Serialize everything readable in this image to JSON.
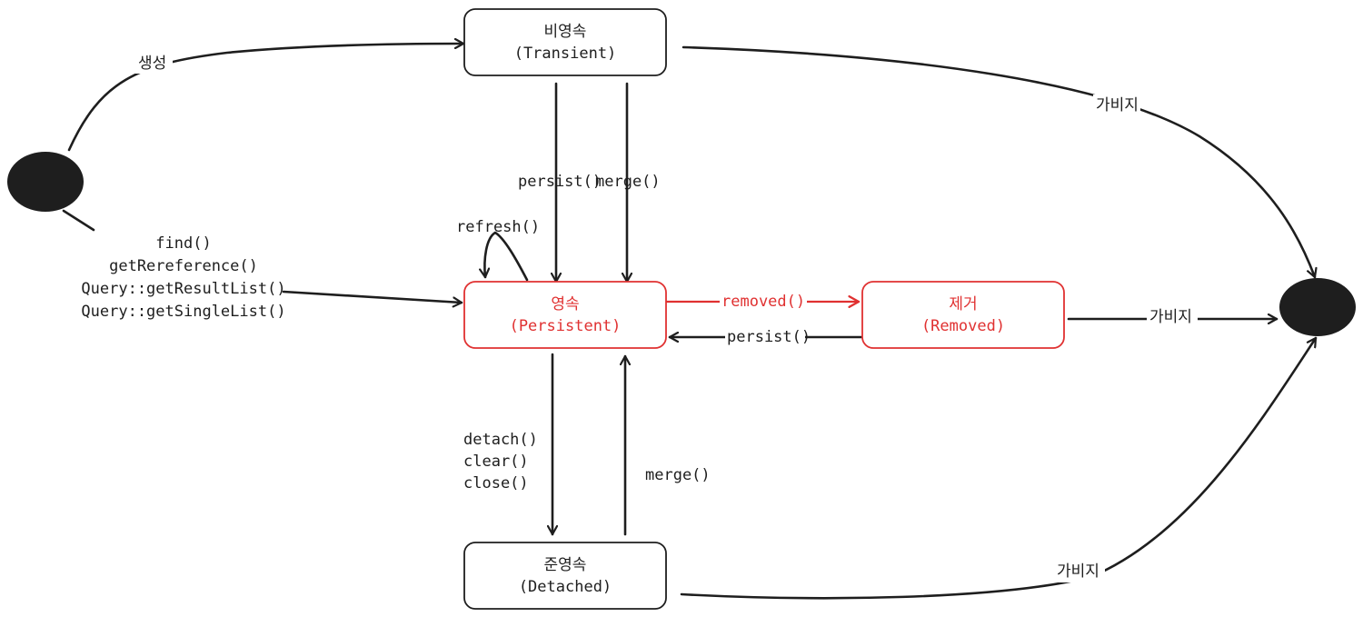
{
  "states": {
    "transient": {
      "name": "비영속",
      "sub": "(Transient)"
    },
    "persistent": {
      "name": "영속",
      "sub": "(Persistent)"
    },
    "removed": {
      "name": "제거",
      "sub": "(Removed)"
    },
    "detached": {
      "name": "준영속",
      "sub": "(Detached)"
    }
  },
  "transitions": {
    "create": "생성",
    "persist": "persist()",
    "merge_to_persistent": "merge()",
    "refresh": "refresh()",
    "find_lines": [
      "find()",
      "getRereference()",
      "Query::getResultList()",
      "Query::getSingleList()"
    ],
    "removed": "removed()",
    "persist_back": "persist()",
    "detach_lines": [
      "detach()",
      "clear()",
      "close()"
    ],
    "merge_from_detached": "merge()",
    "garbage_transient": "가비지",
    "garbage_removed": "가비지",
    "garbage_detached": "가비지"
  },
  "colors": {
    "ink": "#1e1e1e",
    "highlight": "#e03131"
  }
}
